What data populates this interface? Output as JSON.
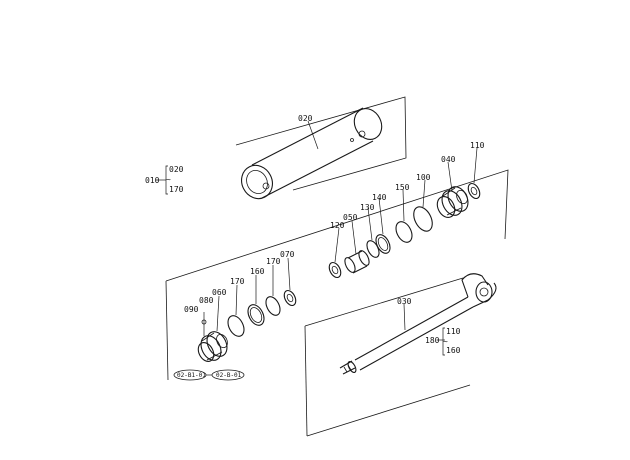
{
  "labels": {
    "p010": "010",
    "p020": "020",
    "p020b": "020",
    "p170a": "170",
    "p030": "030",
    "p040": "040",
    "p050": "050",
    "p060": "060",
    "p070": "070",
    "p080": "080",
    "p090": "090",
    "p100": "100",
    "p110": "110",
    "p110b": "110",
    "p120": "120",
    "p130": "130",
    "p140": "140",
    "p150": "150",
    "p160": "160",
    "p160b": "160",
    "p170b": "170",
    "p170c": "170",
    "p180": "180"
  },
  "ref_codes": {
    "left": "02-B1-01",
    "right": "02-B-01"
  }
}
